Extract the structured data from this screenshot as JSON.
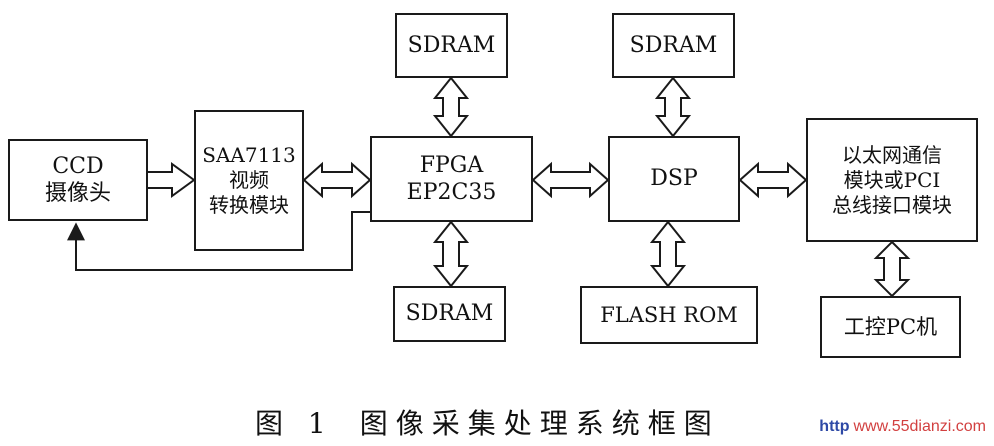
{
  "blocks": {
    "ccd": [
      "CCD",
      "摄像头"
    ],
    "saa": [
      "SAA7113",
      "视频",
      "转换模块"
    ],
    "fpga": [
      "FPGA",
      "EP2C35"
    ],
    "sdram_fpga_top": "SDRAM",
    "sdram_fpga_bottom": "SDRAM",
    "sdram_dsp_top": "SDRAM",
    "dsp": "DSP",
    "flash": "FLASH ROM",
    "eth": [
      "以太网通信",
      "模块或PCI",
      "总线接口模块"
    ],
    "pc": "工控PC机"
  },
  "caption": {
    "number": "图 1",
    "title": "图像采集处理系统框图"
  },
  "watermark": {
    "prefix": "http",
    "site": "www.55dianzi.com"
  }
}
